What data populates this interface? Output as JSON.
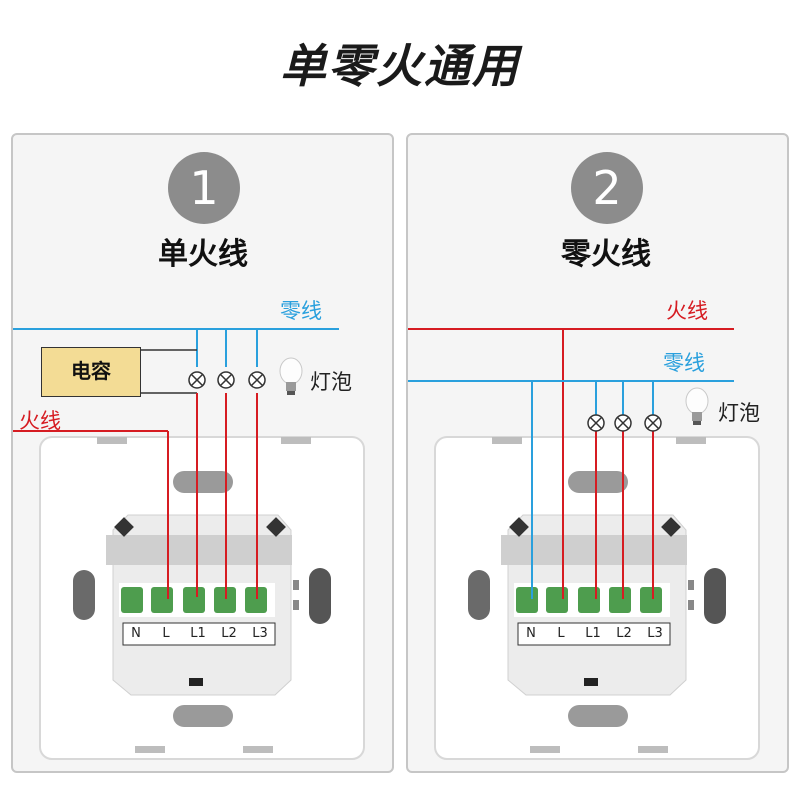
{
  "heading": "单零火通用",
  "colors": {
    "neutral": "#2aa0dd",
    "live": "#d61c22",
    "capacitor": "#f3dc95",
    "terminal": "#4e9d4e",
    "badge": "#8c8c8c"
  },
  "panels": [
    {
      "number": "1",
      "title": "单火线",
      "neutral_label": "零线",
      "live_label": "火线",
      "capacitor_label": "电容",
      "bulb_label": "灯泡",
      "terminals": [
        "N",
        "L",
        "L1",
        "L2",
        "L3"
      ]
    },
    {
      "number": "2",
      "title": "零火线",
      "neutral_label": "零线",
      "live_label": "火线",
      "bulb_label": "灯泡",
      "terminals": [
        "N",
        "L",
        "L1",
        "L2",
        "L3"
      ]
    }
  ]
}
